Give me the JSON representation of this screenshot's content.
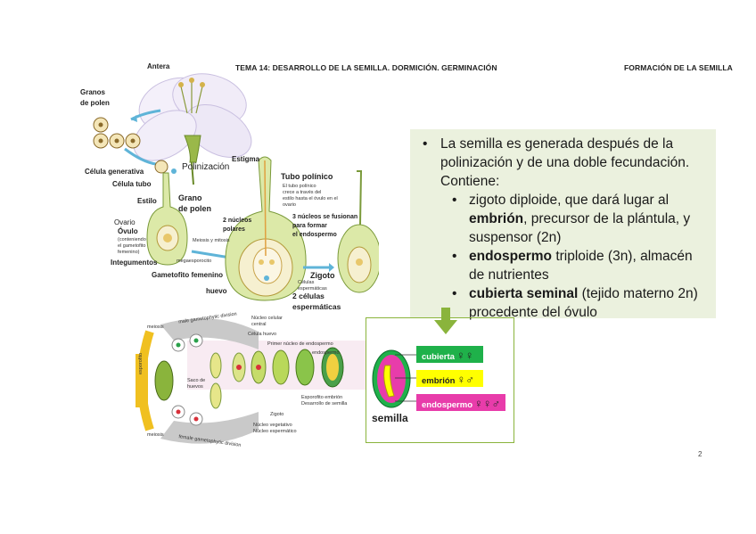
{
  "header": {
    "left": "TEMA 14: DESARROLLO DE LA SEMILLA. DORMICIÓN. GERMINACIÓN",
    "right": "FORMACIÓN DE LA SEMILLA"
  },
  "figure_top": {
    "antera": "Antera",
    "granos": [
      "Granos",
      "de polen"
    ],
    "celula_generativa": "Célula generativa",
    "celula_tubo": "Célula tubo",
    "polinizacion": "Polinización",
    "estigma": "Estigma",
    "tubo_polinico": "Tubo polínico",
    "tubo_note": [
      "El tubo polínico",
      "crece a través del",
      "estilo hasta el óvulo en el",
      "ovario"
    ],
    "estilo": "Estilo",
    "grano": [
      "Grano",
      "de polen"
    ],
    "dos_nucleos": [
      "2 núcleos",
      "polares"
    ],
    "tres_nucleos": [
      "3 núcleos se fusionan",
      "para formar",
      "el endospermo"
    ],
    "ovario": "Ovario",
    "ovulo": "Óvulo",
    "ovulo_note": [
      "(conteniendo",
      "el gametofito",
      "femenino)"
    ],
    "meiosis_mitosis": "Meiosis y mitosis",
    "megaesporocito": "megaesporocito",
    "tegumentos": "Integumentos",
    "gametofito": "Gametofito femenino",
    "zigoto": "Zigoto",
    "celulas_esp": [
      "Células",
      "espermáticas"
    ],
    "dos_celulas": [
      "2 células",
      "espermáticas"
    ],
    "huevo": "huevo"
  },
  "figure_bottom": {
    "male_cycle": "male gametophytic division",
    "female_cycle": "female gametophytic division",
    "meiosis": "meiosis",
    "nucleo_central": [
      "Núcleo celular",
      "central"
    ],
    "celula_huevo": "Célula huevo",
    "primer_nucleo": "Primer núcleo de endospermo",
    "endospermo": "endospermo",
    "saco": [
      "Saco de",
      "huevos"
    ],
    "esporofito": [
      "Esporofito embrión",
      "Desarrollo de semilla"
    ],
    "zigoto": "Zigoto",
    "nucleo_vegetativo": "Núcleo vegetativo",
    "nucleo_espermatico": "Núcleo espermático",
    "esporofito_vert": "esporofito"
  },
  "textbox": {
    "intro": "La semilla es generada después de la polinización y de una doble fecundación. Contiene:",
    "items": [
      {
        "bold": "",
        "pre": "zigoto diploide, que dará lugar al ",
        "b": "embrión",
        "post": ", precursor de la plántula, y suspensor (2n)"
      },
      {
        "b": "endospermo",
        "post": " triploide (3n), almacén de nutrientes"
      },
      {
        "b": "cubierta seminal",
        "post": " (tejido materno 2n) procedente del óvulo"
      }
    ]
  },
  "seed": {
    "label": "semilla",
    "tags": [
      {
        "text": "cubierta",
        "sym": "♀♀"
      },
      {
        "text": "embrión",
        "sym": "♀♂"
      },
      {
        "text": "endospermo",
        "sym": "♀♀♂"
      }
    ]
  },
  "page_number": "2",
  "colors": {
    "textbox_bg": "#ebf1de",
    "green": "#1fb14a",
    "yellow": "#ffff00",
    "magenta": "#e83caa",
    "border": "#8ab43c",
    "arrow": "#8ab43c"
  }
}
